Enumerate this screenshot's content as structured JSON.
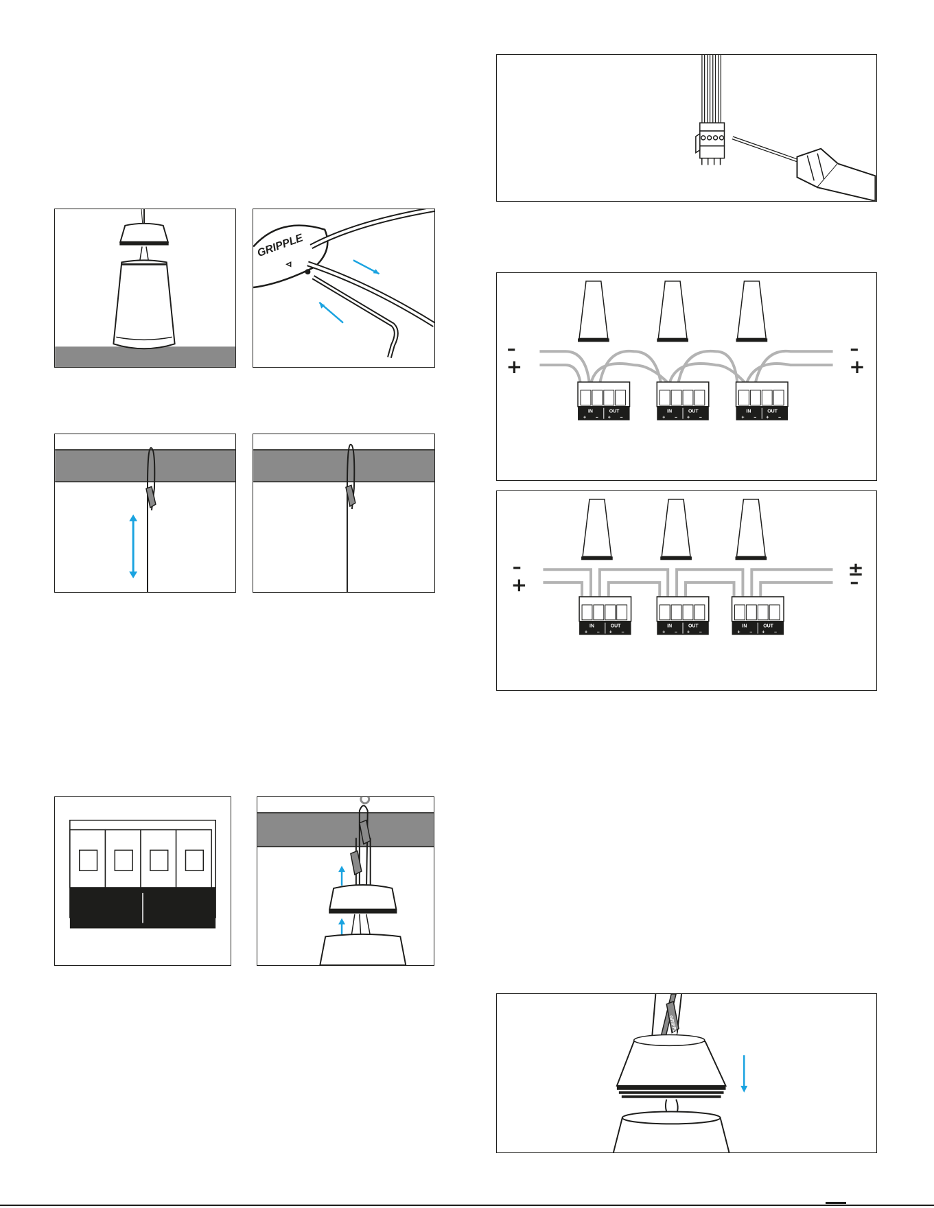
{
  "brand": {
    "gripple_label": "GRIPPLE"
  },
  "colors": {
    "arrow": "#1aa3e0",
    "line": "#1d1d1b",
    "wire": "#b3b3b3",
    "wood": "#8a8a8a"
  },
  "terminal": {
    "in_label": "IN",
    "out_label": "OUT",
    "plus": "+",
    "minus": "–"
  },
  "wiring_parallel": {
    "left_minus": "–",
    "left_plus": "+",
    "right_minus": "–",
    "right_plus": "+"
  },
  "wiring_series": {
    "left_minus": "–",
    "left_plus": "+",
    "right_top": "±",
    "right_bottom": "–"
  }
}
